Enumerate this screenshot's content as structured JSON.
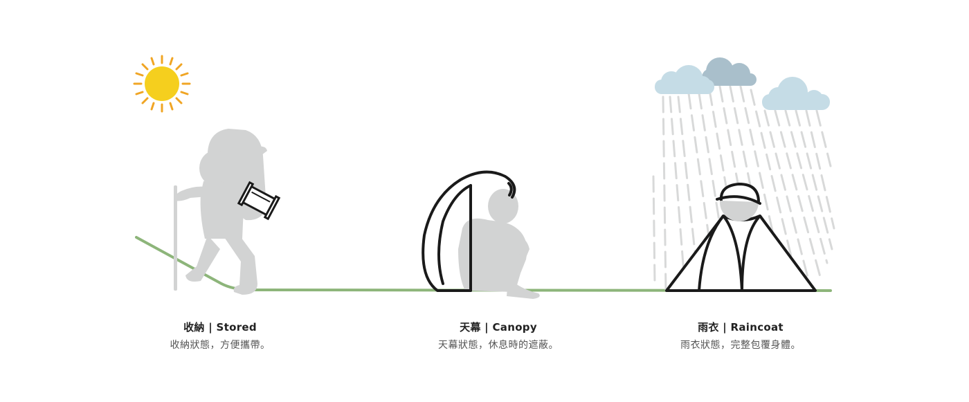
{
  "panels": [
    {
      "title": "收納 | Stored",
      "description": "收納狀態，方便攜帶。"
    },
    {
      "title": "天幕 | Canopy",
      "description": "天幕狀態，休息時的遮蔽。"
    },
    {
      "title": "雨衣 | Raincoat",
      "description": "雨衣狀態，完整包覆身體。"
    }
  ],
  "colors": {
    "ground": "#8db57a",
    "silhouette": "#d2d3d3",
    "sun": "#f5cf1e",
    "sun_rays": "#f0a524",
    "cloud_light": "#c5dce6",
    "cloud_dark": "#a9bfcb",
    "rain": "#d8d9d9",
    "outline": "#1a1a1a"
  }
}
